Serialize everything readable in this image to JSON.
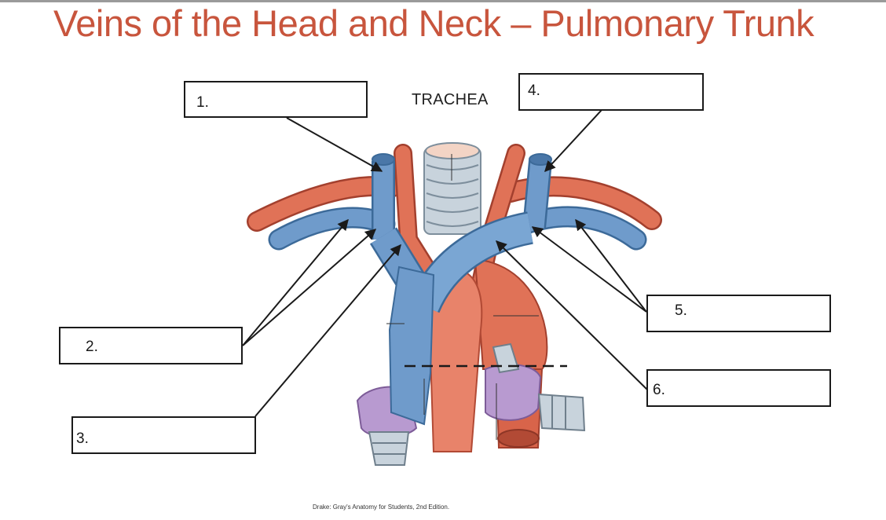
{
  "title": "Veins of the Head and Neck – Pulmonary Trunk",
  "trachea_label": "TRACHEA",
  "credit": "Drake: Gray's Anatomy for Students, 2nd Edition.",
  "labels": [
    "1.",
    "2.",
    "3.",
    "4.",
    "5.",
    "6."
  ],
  "colors": {
    "title": "#c8553d",
    "vein": "#6f9bcb",
    "artery": "#e07257",
    "trachea": "#c8d3dc",
    "bronchus_purple": "#b89ad0",
    "line": "#1a1a1a"
  }
}
